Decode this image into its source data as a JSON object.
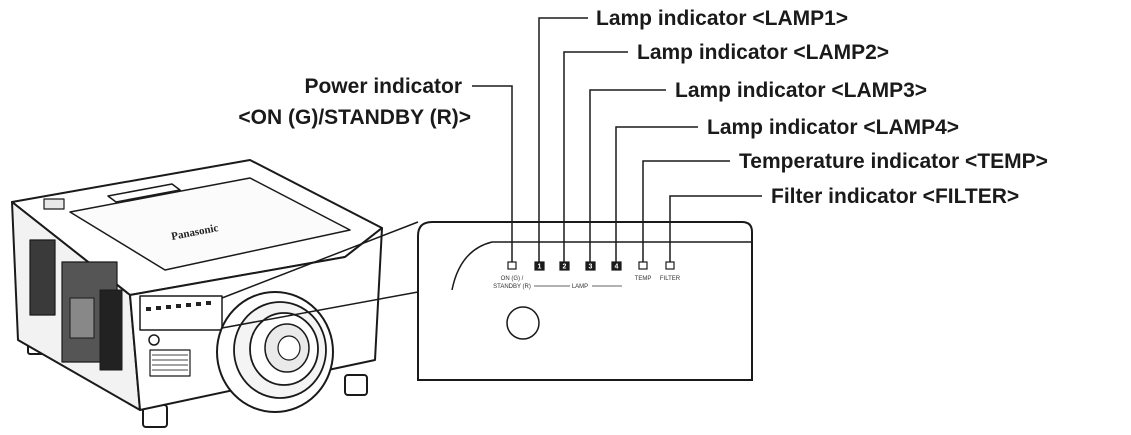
{
  "callouts": {
    "power_line1": "Power indicator",
    "power_line2": "<ON (G)/STANDBY (R)>",
    "lamp1": "Lamp indicator <LAMP1>",
    "lamp2": "Lamp indicator <LAMP2>",
    "lamp3": "Lamp indicator <LAMP3>",
    "lamp4": "Lamp indicator <LAMP4>",
    "temp": "Temperature indicator <TEMP>",
    "filter": "Filter indicator <FILTER>"
  },
  "panel": {
    "power_label_1": "ON (G) /",
    "power_label_2": "STANDBY (R)",
    "lamp_numbers": [
      "1",
      "2",
      "3",
      "4"
    ],
    "lamp_group_label": "LAMP",
    "temp_label": "TEMP",
    "filter_label": "FILTER"
  },
  "projector": {
    "logo": "Panasonic"
  }
}
